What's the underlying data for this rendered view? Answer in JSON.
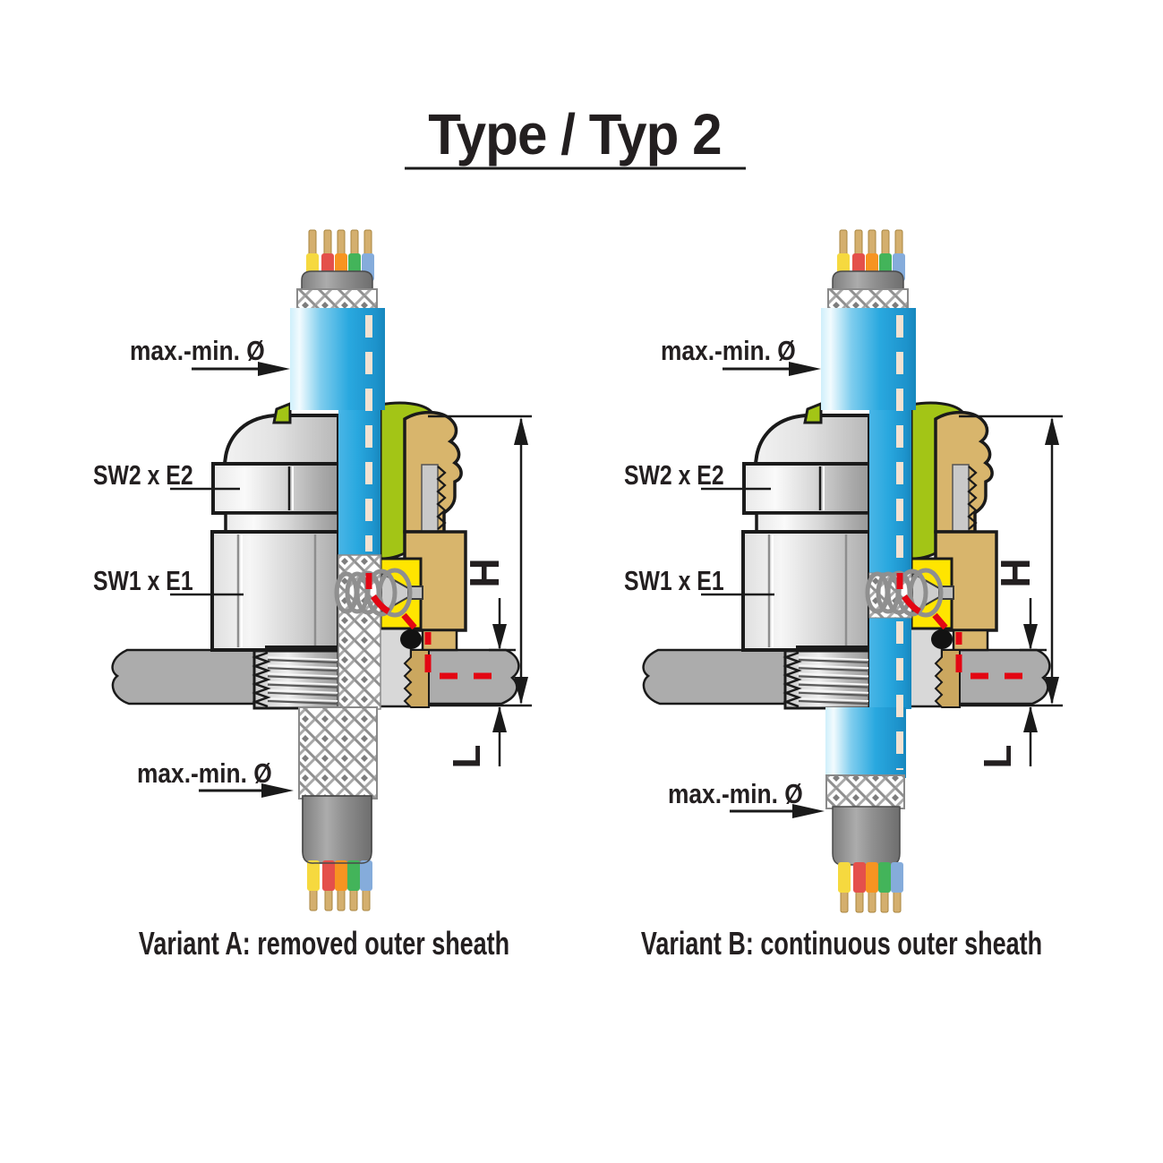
{
  "title": "Type / Typ 2",
  "captions": {
    "a": "Variant A: removed outer sheath",
    "b": "Variant B: continuous outer sheath"
  },
  "labels": {
    "max_min_top": "max.-min. Ø",
    "max_min_bottom": "max.-min. Ø",
    "sw2": "SW2 x E2",
    "sw1": "SW1 x E1",
    "height": "H",
    "length": "L"
  },
  "diagrams": [
    {
      "id": "variant-a",
      "variant": "removed outer sheath"
    },
    {
      "id": "variant-b",
      "variant": "continuous outer sheath"
    }
  ],
  "colors": {
    "outline": "#1A1A1A",
    "panel": "#ACACAC",
    "brass": "#D8B56C",
    "brass_dark": "#CBA75F",
    "green": "#A3C516",
    "yellow": "#FFE500",
    "red": "#E30613",
    "blue": "#29A8DF",
    "braid_line": "#9A9A9A",
    "sheath": "#8F8F8F",
    "tan": "#D4AF6E",
    "spring": "#8F8F8F",
    "cone": "#CDCDCD",
    "tube": "#D8D8D8",
    "dash_center": "#F3E2D2",
    "text": "#231F20"
  },
  "wires": [
    "#F6D93F",
    "#E4504B",
    "#F79421",
    "#43B45A",
    "#85ACDB"
  ]
}
